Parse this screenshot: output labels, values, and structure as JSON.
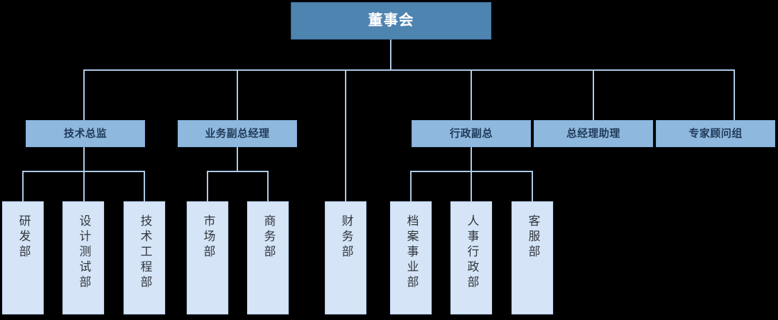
{
  "diagram": {
    "title_node": "董事会",
    "type": "org-chart",
    "colors": {
      "root_fill": "#4E84B0",
      "root_text": "#FFFFFF",
      "level2_fill": "#8FB8DE",
      "level2_text": "#1F3A57",
      "leaf_fill": "#D5E4F7",
      "leaf_text": "#30353B",
      "connector": "#AFCDEA",
      "background": "#000000"
    }
  },
  "nodes": {
    "root": {
      "label": "董事会"
    },
    "level2": [
      {
        "id": "tech-director",
        "label": "技术总监"
      },
      {
        "id": "business-vp",
        "label": "业务副总经理"
      },
      {
        "id": "admin-vp",
        "label": "行政副总"
      },
      {
        "id": "gm-assistant",
        "label": "总经理助理"
      },
      {
        "id": "expert-group",
        "label": "专家顾问组"
      }
    ],
    "leaves": [
      {
        "id": "rd-dept",
        "label": "研发部",
        "parent": "tech-director"
      },
      {
        "id": "design-test-dept",
        "label": "设计测试部",
        "parent": "tech-director"
      },
      {
        "id": "tech-eng-dept",
        "label": "技术工程部",
        "parent": "tech-director"
      },
      {
        "id": "marketing-dept",
        "label": "市场部",
        "parent": "business-vp"
      },
      {
        "id": "commerce-dept",
        "label": "商务部",
        "parent": "business-vp"
      },
      {
        "id": "finance-dept",
        "label": "财务部",
        "parent": "root"
      },
      {
        "id": "archive-dept",
        "label": "档案事业部",
        "parent": "admin-vp"
      },
      {
        "id": "hr-admin-dept",
        "label": "人事行政部",
        "parent": "admin-vp"
      },
      {
        "id": "customer-svc-dept",
        "label": "客服部",
        "parent": "admin-vp"
      }
    ]
  }
}
